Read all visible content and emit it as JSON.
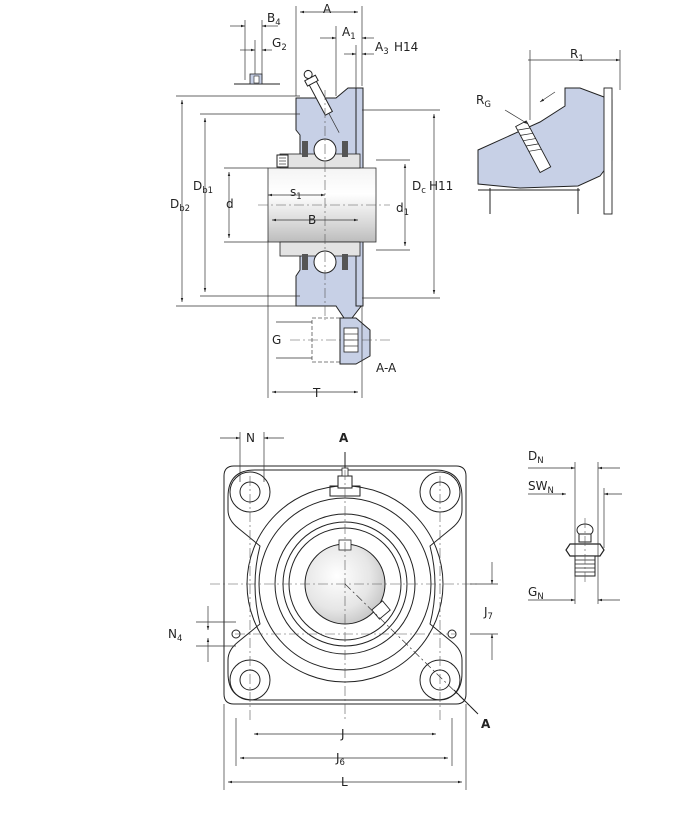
{
  "labels": {
    "A": "A",
    "A1": "A",
    "A1_sub": "1",
    "A3": "A",
    "A3_sub": "3",
    "H14": "H14",
    "B4": "B",
    "B4_sub": "4",
    "G2": "G",
    "G2_sub": "2",
    "R1": "R",
    "R1_sub": "1",
    "RG": "R",
    "RG_sub": "G",
    "Db1": "D",
    "Db1_sub": "b1",
    "Db2": "D",
    "Db2_sub": "b2",
    "d": "d",
    "s1": "s",
    "s1_sub": "1",
    "B": "B",
    "Dc": "D",
    "Dc_sub": "c",
    "H11": "H11",
    "d1": "d",
    "d1_sub": "1",
    "G": "G",
    "AA": "A-A",
    "T": "T",
    "N": "N",
    "A_top": "A",
    "A_bottom": "A",
    "N4": "N",
    "N4_sub": "4",
    "J7": "J",
    "J7_sub": "7",
    "J": "J",
    "J6": "J",
    "J6_sub": "6",
    "L": "L",
    "DN": "D",
    "DN_sub": "N",
    "SWN": "SW",
    "SWN_sub": "N",
    "GN": "G",
    "GN_sub": "N"
  },
  "colors": {
    "housing_fill": "#c7d0e6",
    "line": "#222222"
  }
}
